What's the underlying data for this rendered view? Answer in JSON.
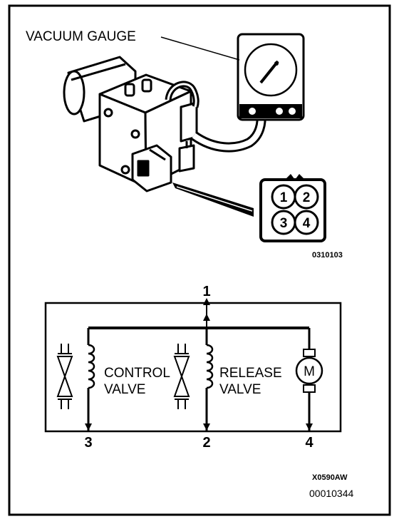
{
  "labels": {
    "vacuum_gauge": "VACUUM GAUGE",
    "control_valve_line1": "CONTROL",
    "control_valve_line2": "VALVE",
    "release_valve_line1": "RELEASE",
    "release_valve_line2": "VALVE",
    "motor_symbol": "M"
  },
  "connector_pins": [
    "1",
    "2",
    "3",
    "4"
  ],
  "terminals": {
    "top": "1",
    "control": "3",
    "release": "2",
    "motor": "4"
  },
  "codes": {
    "figure_code": "0310103",
    "diagram_code": "X0590AW",
    "doc_number": "00010344"
  },
  "colors": {
    "ink": "#000000",
    "paper": "#ffffff"
  }
}
